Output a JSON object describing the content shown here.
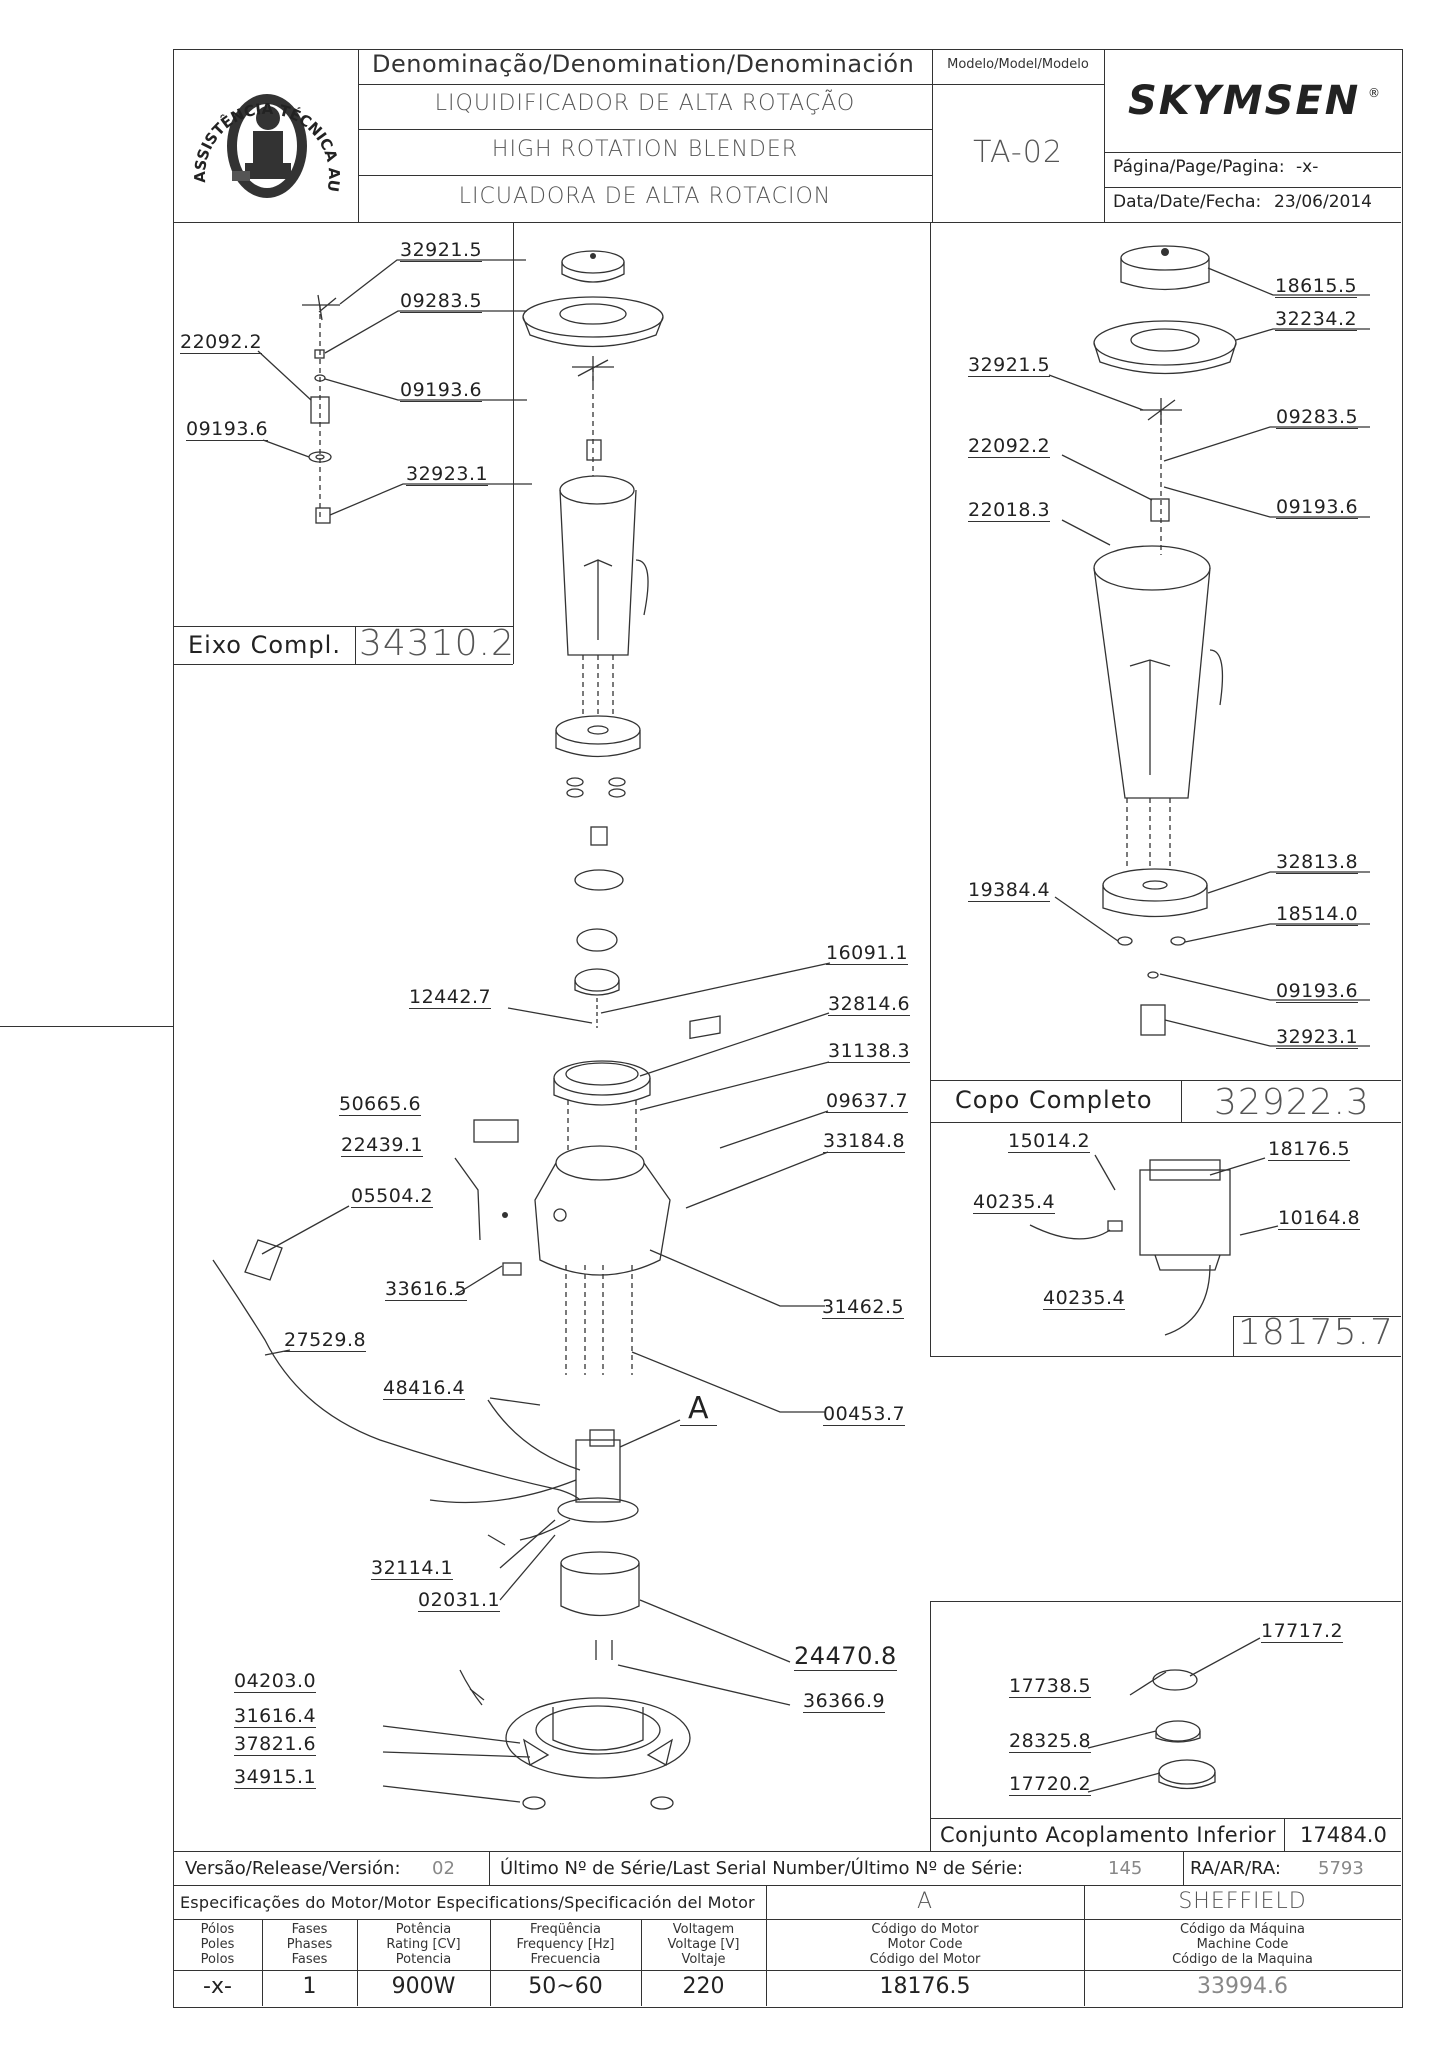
{
  "header": {
    "denomination_label": "Denominação/Denomination/Denominación",
    "name_pt": "LIQUIDIFICADOR DE ALTA ROTAÇÃO",
    "name_en": "HIGH ROTATION BLENDER",
    "name_es": "LICUADORA DE ALTA ROTACION",
    "model_label": "Modelo/Model/Modelo",
    "model_value": "TA-02",
    "brand": "SKYMSEN",
    "page_label": "Página/Page/Pagina:",
    "page_value": "-x-",
    "date_label": "Data/Date/Fecha:",
    "date_value": "23/06/2014",
    "seal_text": "ASSISTÊNCIA TÉCNICA AUTORIZADA"
  },
  "panels": {
    "shaft": {
      "title": "Eixo Compl.",
      "code": "34310.2",
      "parts": [
        "32921.5",
        "09283.5",
        "22092.2",
        "09193.6",
        "09193.6",
        "32923.1"
      ]
    },
    "cup": {
      "title": "Copo Completo",
      "code": "32922.3",
      "parts": [
        "18615.5",
        "32234.2",
        "32921.5",
        "09283.5",
        "22092.2",
        "09193.6",
        "22018.3",
        "32813.8",
        "19384.4",
        "18514.0",
        "09193.6",
        "32923.1"
      ]
    },
    "motor": {
      "code": "18175.7",
      "parts": [
        "15014.2",
        "18176.5",
        "40235.4",
        "10164.8",
        "40235.4"
      ]
    },
    "coupling": {
      "title": "Conjunto Acoplamento Inferior",
      "code": "17484.0",
      "parts": [
        "17717.2",
        "17738.5",
        "28325.8",
        "17720.2"
      ]
    },
    "main": {
      "parts": [
        "16091.1",
        "12442.7",
        "32814.6",
        "31138.3",
        "09637.7",
        "50665.6",
        "33184.8",
        "22439.1",
        "05504.2",
        "33616.5",
        "31462.5",
        "27529.8",
        "00453.7",
        "48416.4",
        "32114.1",
        "02031.1",
        "24470.8",
        "04203.0",
        "36366.9",
        "31616.4",
        "37821.6",
        "34915.1"
      ],
      "callout": "A"
    }
  },
  "release": {
    "version_label": "Versão/Release/Versión:",
    "version_value": "02",
    "serial_label": "Último Nº de Série/Last Serial Number/Último Nº de Série:",
    "serial_value": "145",
    "ra_label": "RA/AR/RA:",
    "ra_value": "5793"
  },
  "motor_spec": {
    "title": "Especificações do Motor/Motor Especifications/Specificación del Motor",
    "motor_letter": "A",
    "machine_name": "SHEFFIELD",
    "columns": [
      [
        "Pólos",
        "Poles",
        "Polos"
      ],
      [
        "Fases",
        "Phases",
        "Fases"
      ],
      [
        "Potência",
        "Rating [CV]",
        "Potencia"
      ],
      [
        "Freqüência",
        "Frequency [Hz]",
        "Frecuencia"
      ],
      [
        "Voltagem",
        "Voltage [V]",
        "Voltaje"
      ],
      [
        "Código do Motor",
        "Motor Code",
        "Código del Motor"
      ],
      [
        "Código da Máquina",
        "Machine Code",
        "Código de la Maquina"
      ]
    ],
    "values": [
      "-x-",
      "1",
      "900W",
      "50~60",
      "220",
      "18176.5",
      "33994.6"
    ]
  }
}
